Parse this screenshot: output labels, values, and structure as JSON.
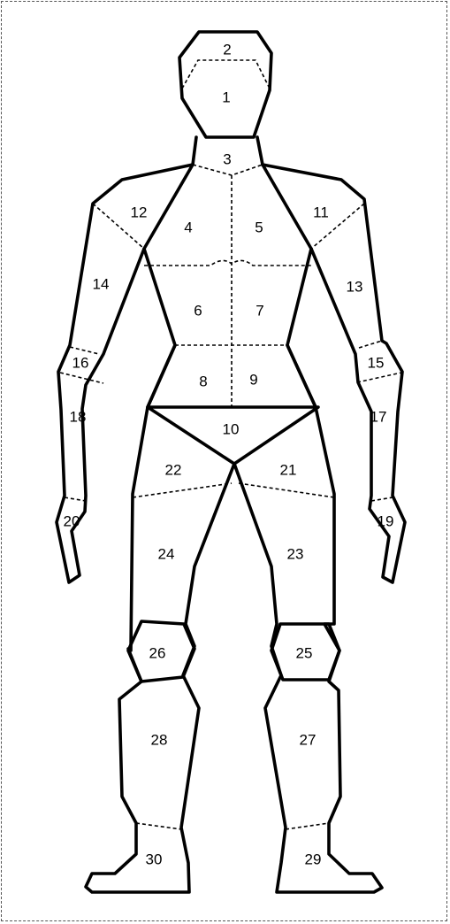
{
  "regions": [
    {
      "id": "1",
      "label": "1"
    },
    {
      "id": "2",
      "label": "2"
    },
    {
      "id": "3",
      "label": "3"
    },
    {
      "id": "4",
      "label": "4"
    },
    {
      "id": "5",
      "label": "5"
    },
    {
      "id": "6",
      "label": "6"
    },
    {
      "id": "7",
      "label": "7"
    },
    {
      "id": "8",
      "label": "8"
    },
    {
      "id": "9",
      "label": "9"
    },
    {
      "id": "10",
      "label": "10"
    },
    {
      "id": "11",
      "label": "11"
    },
    {
      "id": "12",
      "label": "12"
    },
    {
      "id": "13",
      "label": "13"
    },
    {
      "id": "14",
      "label": "14"
    },
    {
      "id": "15",
      "label": "15"
    },
    {
      "id": "16",
      "label": "16"
    },
    {
      "id": "17",
      "label": "17"
    },
    {
      "id": "18",
      "label": "18"
    },
    {
      "id": "19",
      "label": "19"
    },
    {
      "id": "20",
      "label": "20"
    },
    {
      "id": "21",
      "label": "21"
    },
    {
      "id": "22",
      "label": "22"
    },
    {
      "id": "23",
      "label": "23"
    },
    {
      "id": "24",
      "label": "24"
    },
    {
      "id": "25",
      "label": "25"
    },
    {
      "id": "26",
      "label": "26"
    },
    {
      "id": "27",
      "label": "27"
    },
    {
      "id": "28",
      "label": "28"
    },
    {
      "id": "29",
      "label": "29"
    },
    {
      "id": "30",
      "label": "30"
    }
  ]
}
